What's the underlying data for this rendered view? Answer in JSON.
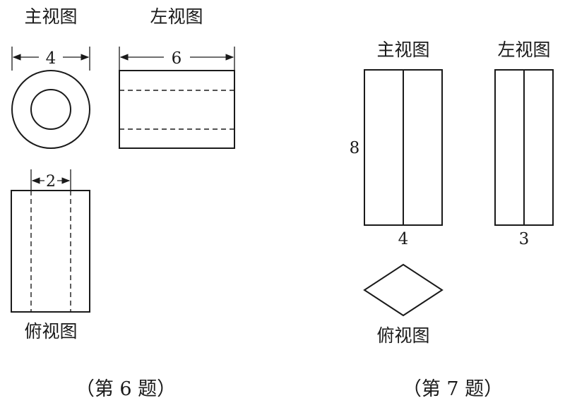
{
  "problem6": {
    "front_view_label": "主视图",
    "left_view_label": "左视图",
    "top_view_label": "俯视图",
    "front_dim": "4",
    "left_dim": "6",
    "top_dim": "2",
    "caption": "（第 6 题）"
  },
  "problem7": {
    "front_view_label": "主视图",
    "left_view_label": "左视图",
    "top_view_label": "俯视图",
    "height_dim": "8",
    "front_width_dim": "4",
    "left_width_dim": "3",
    "caption": "（第 7 题）"
  }
}
